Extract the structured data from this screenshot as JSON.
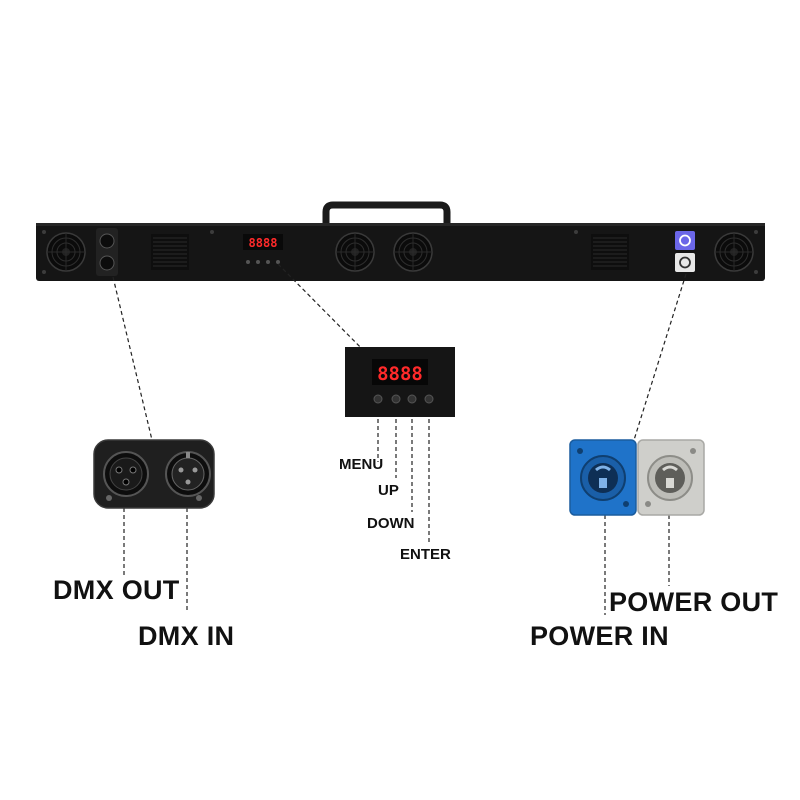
{
  "display": {
    "digits": "8888"
  },
  "labels": {
    "dmx_out": "DMX OUT",
    "dmx_in": "DMX IN",
    "menu": "MENU",
    "up": "UP",
    "down": "DOWN",
    "enter": "ENTER",
    "power_out": "POWER OUT",
    "power_in": "POWER IN"
  },
  "colors": {
    "bar_body": "#151515",
    "display_digits": "#ff2a2a",
    "power_in_connector": "#1f73c9",
    "power_out_connector": "#cfcfcb"
  }
}
